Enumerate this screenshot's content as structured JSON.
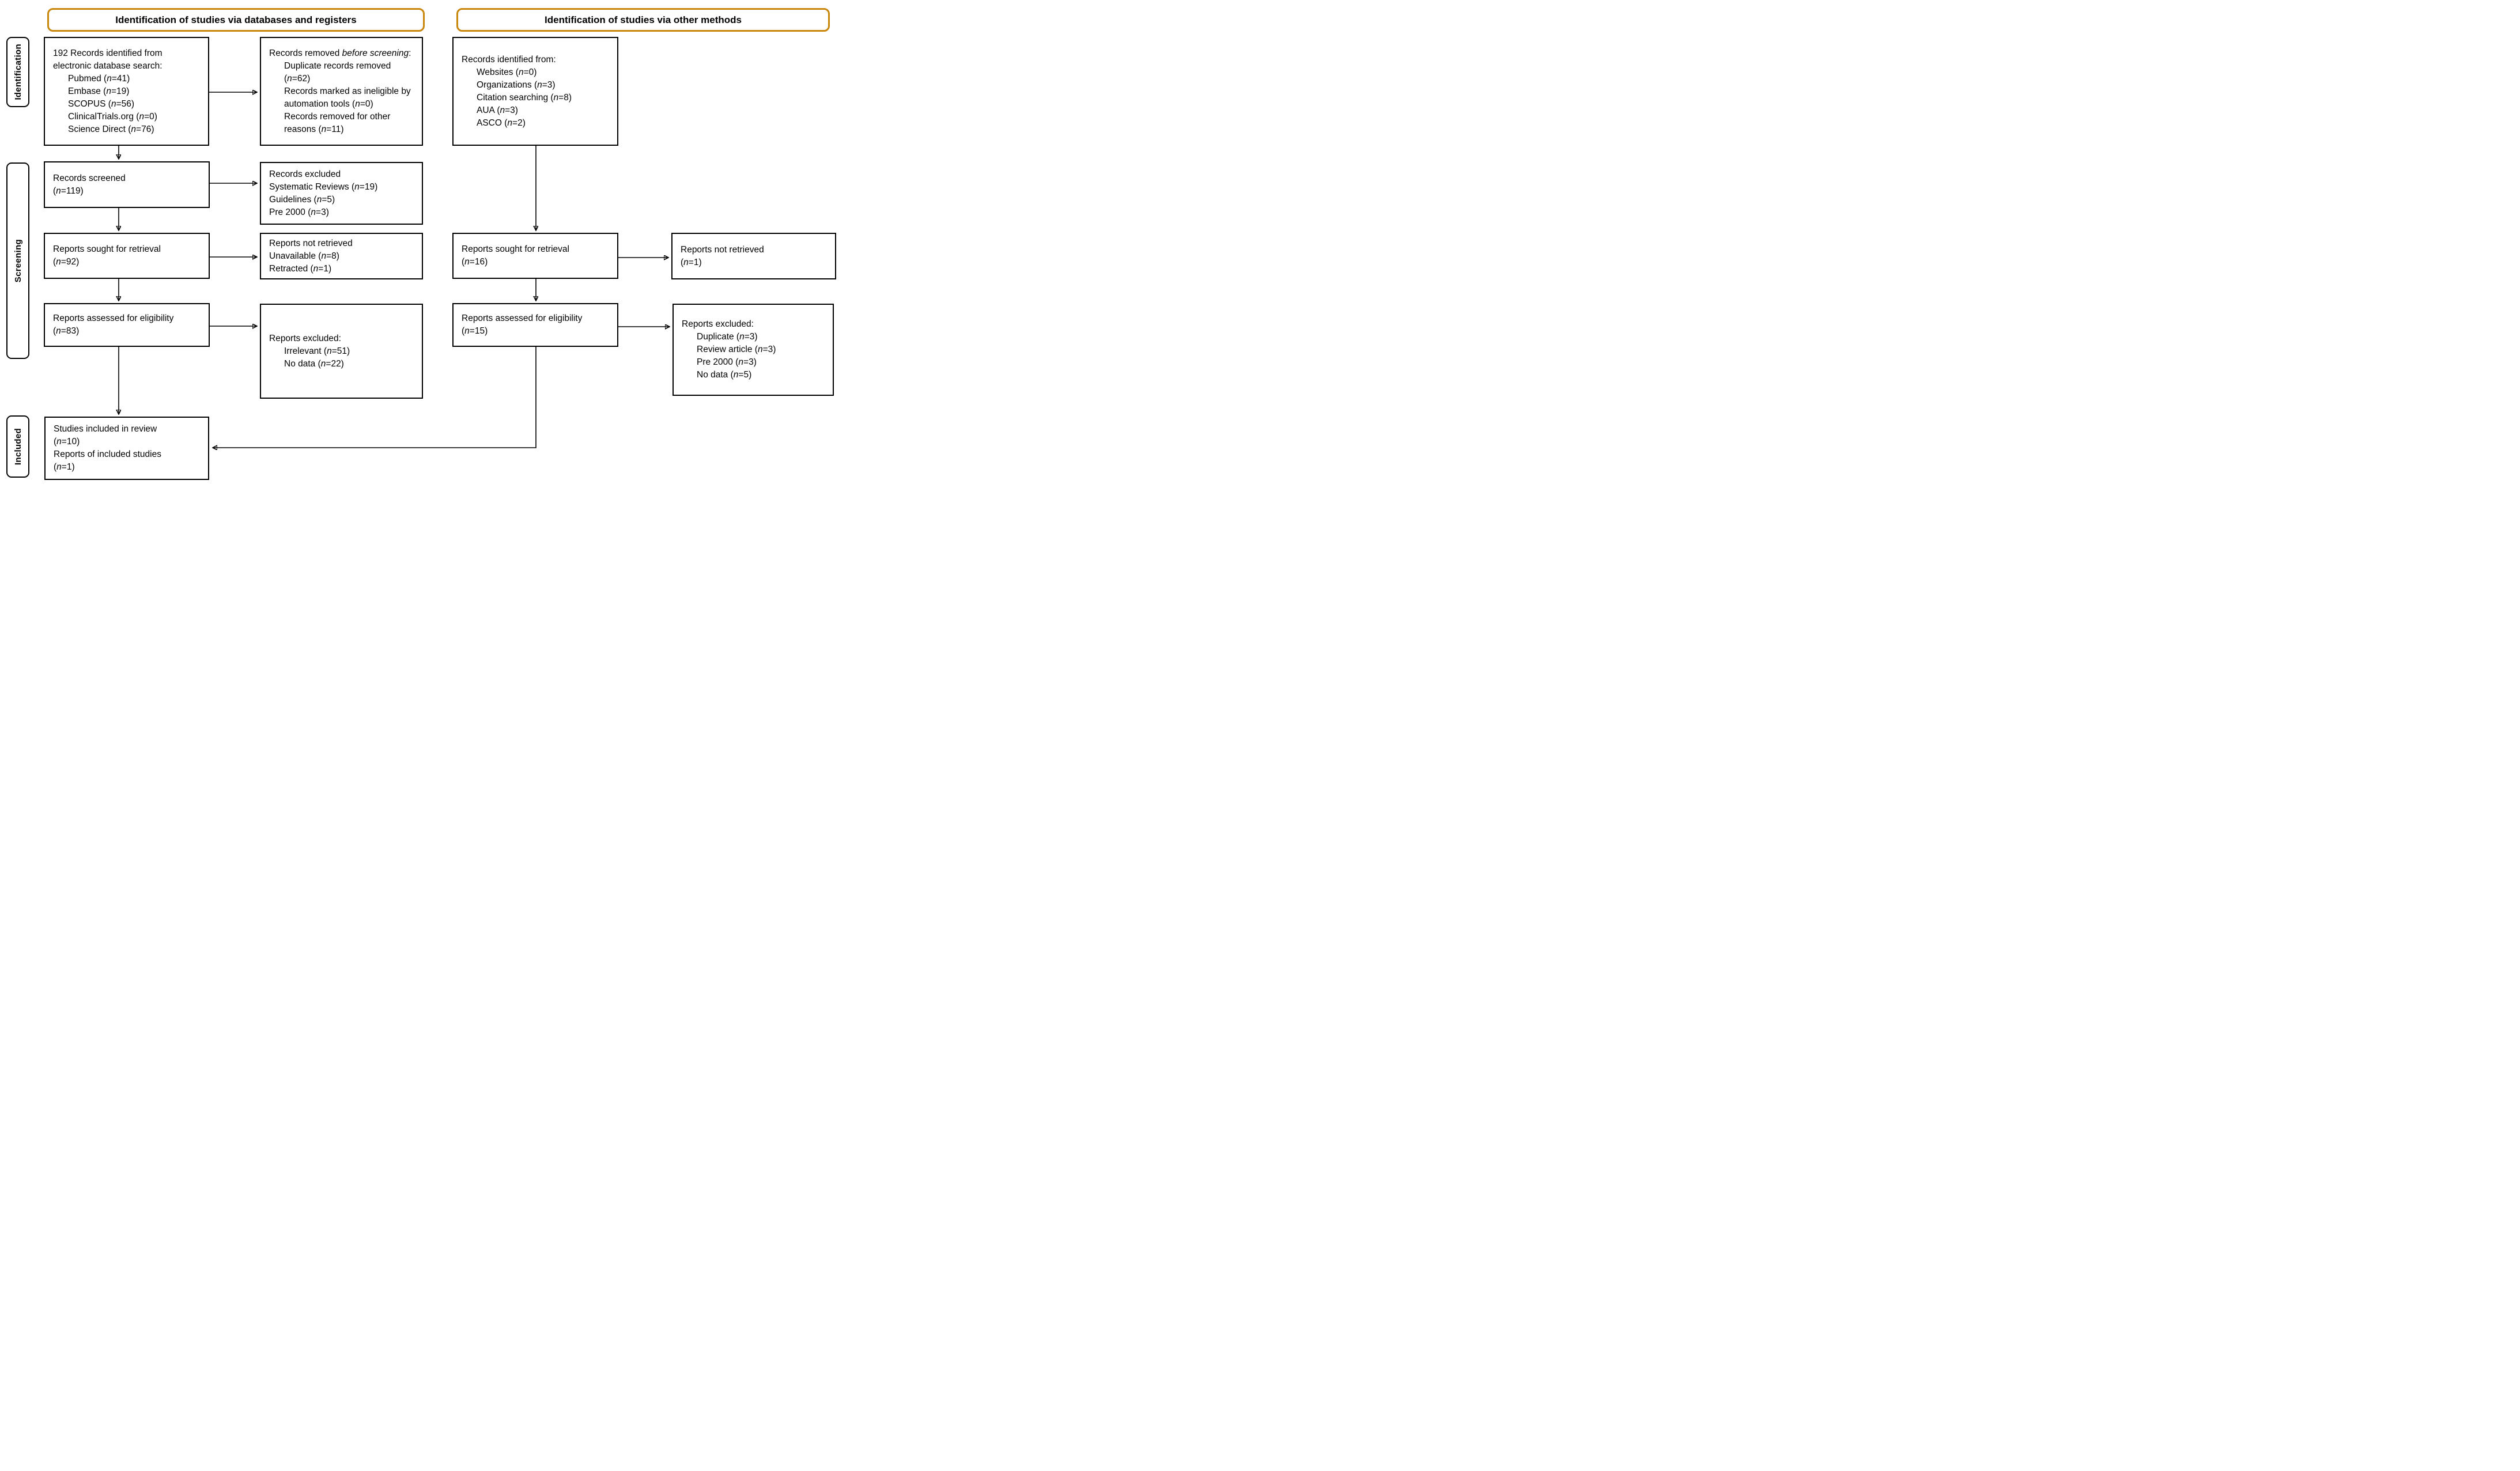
{
  "columns": {
    "left_header": "Identification of studies via databases and registers",
    "right_header": "Identification of studies via other methods"
  },
  "stage_labels": {
    "identification": "Identification",
    "screening": "Screening",
    "included": "Included"
  },
  "colors": {
    "header_border": "#C8860B",
    "box_border": "#000000",
    "arrow": "#000000",
    "text": "#000000",
    "background": "#FFFFFF"
  },
  "italic_phrases": [
    "before screening"
  ],
  "boxes": {
    "records_identified_databases": {
      "lines": [
        {
          "text": "192 Records identified from",
          "indent": 0
        },
        {
          "text": "electronic database search:",
          "indent": 0
        },
        {
          "text": "Pubmed (n=41)",
          "indent": 1
        },
        {
          "text": "Embase (n=19)",
          "indent": 1
        },
        {
          "text": "SCOPUS (n=56)",
          "indent": 1
        },
        {
          "text": "ClinicalTrials.org (n=0)",
          "indent": 1
        },
        {
          "text": "Science Direct (n=76)",
          "indent": 1
        }
      ]
    },
    "records_removed": {
      "lines": [
        {
          "text": "Records removed before screening:",
          "indent": 0
        },
        {
          "text": "Duplicate records removed (n=62)",
          "indent": 1
        },
        {
          "text": "Records marked as ineligible by automation tools (n=0)",
          "indent": 1
        },
        {
          "text": "Records removed for other reasons (n=11)",
          "indent": 1
        }
      ]
    },
    "records_identified_other": {
      "lines": [
        {
          "text": "Records identified from:",
          "indent": 0
        },
        {
          "text": "Websites (n=0)",
          "indent": 1
        },
        {
          "text": "Organizations (n=3)",
          "indent": 1
        },
        {
          "text": "Citation searching (n=8)",
          "indent": 1
        },
        {
          "text": "AUA (n=3)",
          "indent": 1
        },
        {
          "text": "ASCO (n=2)",
          "indent": 1
        }
      ]
    },
    "records_screened": {
      "lines": [
        {
          "text": "Records screened",
          "indent": 0
        },
        {
          "text": "(n=119)",
          "indent": 0
        }
      ]
    },
    "records_excluded": {
      "lines": [
        {
          "text": "Records excluded",
          "indent": 0
        },
        {
          "text": "Systematic Reviews (n=19)",
          "indent": 0
        },
        {
          "text": "Guidelines (n=5)",
          "indent": 0
        },
        {
          "text": "Pre 2000 (n=3)",
          "indent": 0
        }
      ]
    },
    "reports_sought_databases": {
      "lines": [
        {
          "text": "Reports sought for retrieval",
          "indent": 0
        },
        {
          "text": "(n=92)",
          "indent": 0
        }
      ]
    },
    "reports_not_retrieved_databases": {
      "lines": [
        {
          "text": "Reports not retrieved",
          "indent": 0
        },
        {
          "text": "Unavailable (n=8)",
          "indent": 0
        },
        {
          "text": "Retracted (n=1)",
          "indent": 0
        }
      ]
    },
    "reports_sought_other": {
      "lines": [
        {
          "text": "Reports sought for retrieval",
          "indent": 0
        },
        {
          "text": "(n=16)",
          "indent": 0
        }
      ]
    },
    "reports_not_retrieved_other": {
      "lines": [
        {
          "text": "Reports not retrieved",
          "indent": 0
        },
        {
          "text": "(n=1)",
          "indent": 0
        }
      ]
    },
    "reports_assessed_databases": {
      "lines": [
        {
          "text": "Reports assessed for eligibility",
          "indent": 0
        },
        {
          "text": "(n=83)",
          "indent": 0
        }
      ]
    },
    "reports_excluded_databases": {
      "lines": [
        {
          "text": "Reports excluded:",
          "indent": 0
        },
        {
          "text": "Irrelevant (n=51)",
          "indent": 1
        },
        {
          "text": "No data (n=22)",
          "indent": 1
        }
      ]
    },
    "reports_assessed_other": {
      "lines": [
        {
          "text": "Reports assessed for eligibility",
          "indent": 0
        },
        {
          "text": "(n=15)",
          "indent": 0
        }
      ]
    },
    "reports_excluded_other": {
      "lines": [
        {
          "text": "Reports excluded:",
          "indent": 0
        },
        {
          "text": "Duplicate (n=3)",
          "indent": 1
        },
        {
          "text": "Review article (n=3)",
          "indent": 1
        },
        {
          "text": "Pre 2000 (n=3)",
          "indent": 1
        },
        {
          "text": "No data (n=5)",
          "indent": 1
        }
      ]
    },
    "studies_included": {
      "lines": [
        {
          "text": "Studies included in review",
          "indent": 0
        },
        {
          "text": "(n=10)",
          "indent": 0
        },
        {
          "text": "Reports of included studies",
          "indent": 0
        },
        {
          "text": "(n=1)",
          "indent": 0
        }
      ]
    }
  },
  "connections": [
    {
      "from": "records-identified-databases",
      "to": "records-removed"
    },
    {
      "from": "records-identified-databases",
      "to": "records-screened"
    },
    {
      "from": "records-screened",
      "to": "records-excluded"
    },
    {
      "from": "records-screened",
      "to": "reports-sought-databases"
    },
    {
      "from": "reports-sought-databases",
      "to": "reports-not-retrieved-databases"
    },
    {
      "from": "reports-sought-databases",
      "to": "reports-assessed-databases"
    },
    {
      "from": "reports-assessed-databases",
      "to": "reports-excluded-databases"
    },
    {
      "from": "reports-assessed-databases",
      "to": "studies-included"
    },
    {
      "from": "records-identified-other",
      "to": "reports-sought-other"
    },
    {
      "from": "reports-sought-other",
      "to": "reports-not-retrieved-other"
    },
    {
      "from": "reports-sought-other",
      "to": "reports-assessed-other"
    },
    {
      "from": "reports-assessed-other",
      "to": "reports-excluded-other"
    },
    {
      "from": "reports-assessed-other",
      "to": "studies-included"
    }
  ]
}
